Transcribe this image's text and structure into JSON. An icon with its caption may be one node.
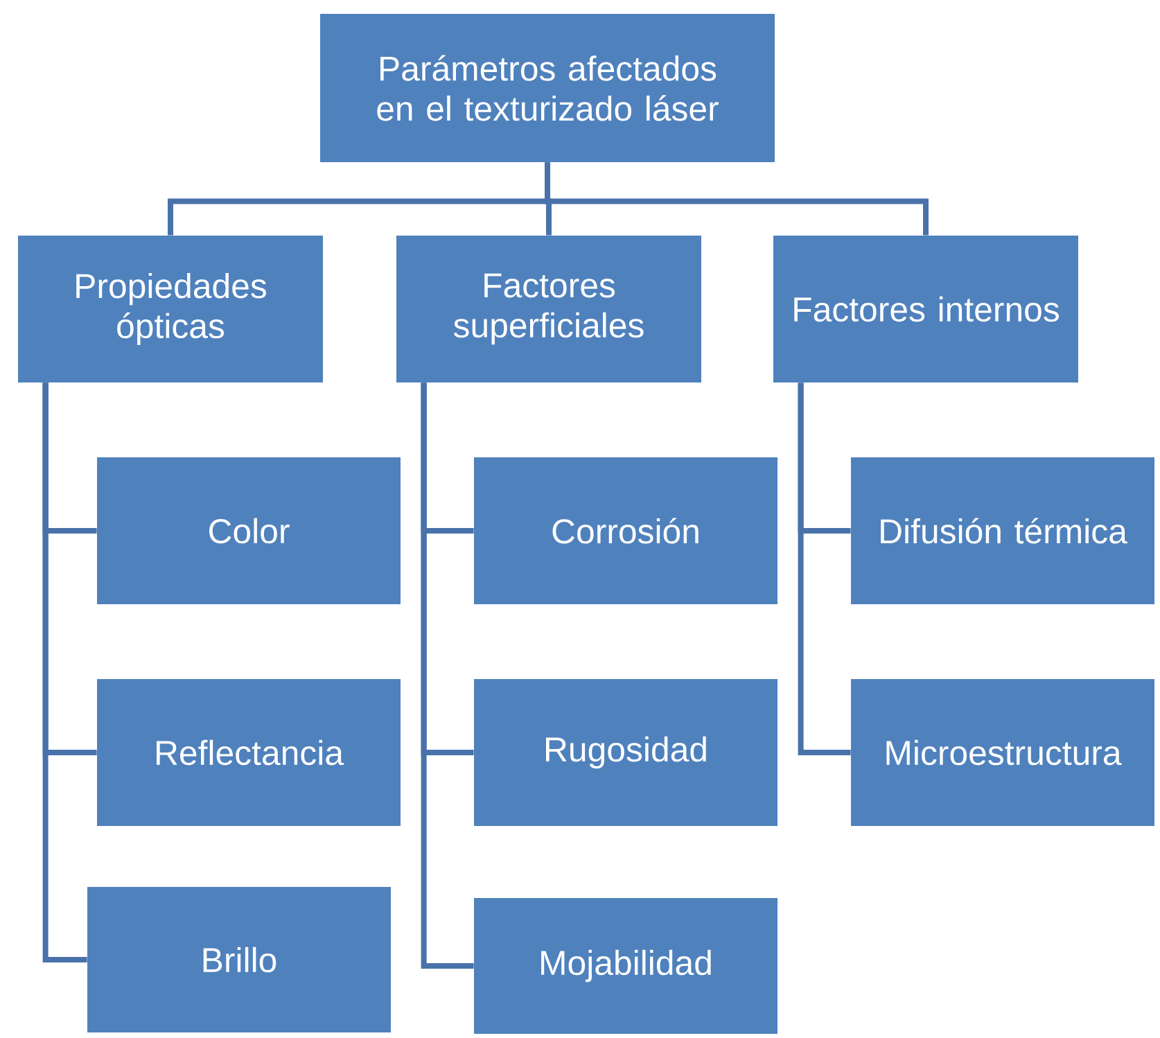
{
  "diagram": {
    "nodes": [
      {
        "text": [
          "Parámetros afectados en el texturizado láser"
        ]
      },
      {
        "text": [
          "Propiedades ópticas"
        ]
      },
      {
        "text": [
          "Factores superficiales"
        ]
      },
      {
        "text": [
          "Factores internos"
        ]
      },
      {
        "text": [
          "Color"
        ]
      },
      {
        "text": [
          "Reflectancia"
        ]
      },
      {
        "text": [
          "Brillo"
        ]
      },
      {
        "text": [
          "Corrosión"
        ]
      },
      {
        "text": [
          "Rugosidad"
        ]
      },
      {
        "text": [
          "Mojabilidad"
        ]
      },
      {
        "text": [
          "Difusión térmica"
        ]
      },
      {
        "text": [
          "Microestructura"
        ]
      }
    ],
    "edges": [
      {
        "from": 0,
        "to": 1,
        "arrow": "none"
      },
      {
        "from": 0,
        "to": 2,
        "arrow": "none"
      },
      {
        "from": 0,
        "to": 3,
        "arrow": "none"
      },
      {
        "from": 1,
        "to": 4,
        "arrow": "none"
      },
      {
        "from": 1,
        "to": 5,
        "arrow": "none"
      },
      {
        "from": 1,
        "to": 6,
        "arrow": "none"
      },
      {
        "from": 2,
        "to": 7,
        "arrow": "none"
      },
      {
        "from": 2,
        "to": 8,
        "arrow": "none"
      },
      {
        "from": 2,
        "to": 9,
        "arrow": "none"
      },
      {
        "from": 3,
        "to": 10,
        "arrow": "none"
      },
      {
        "from": 3,
        "to": 11,
        "arrow": "none"
      }
    ]
  }
}
